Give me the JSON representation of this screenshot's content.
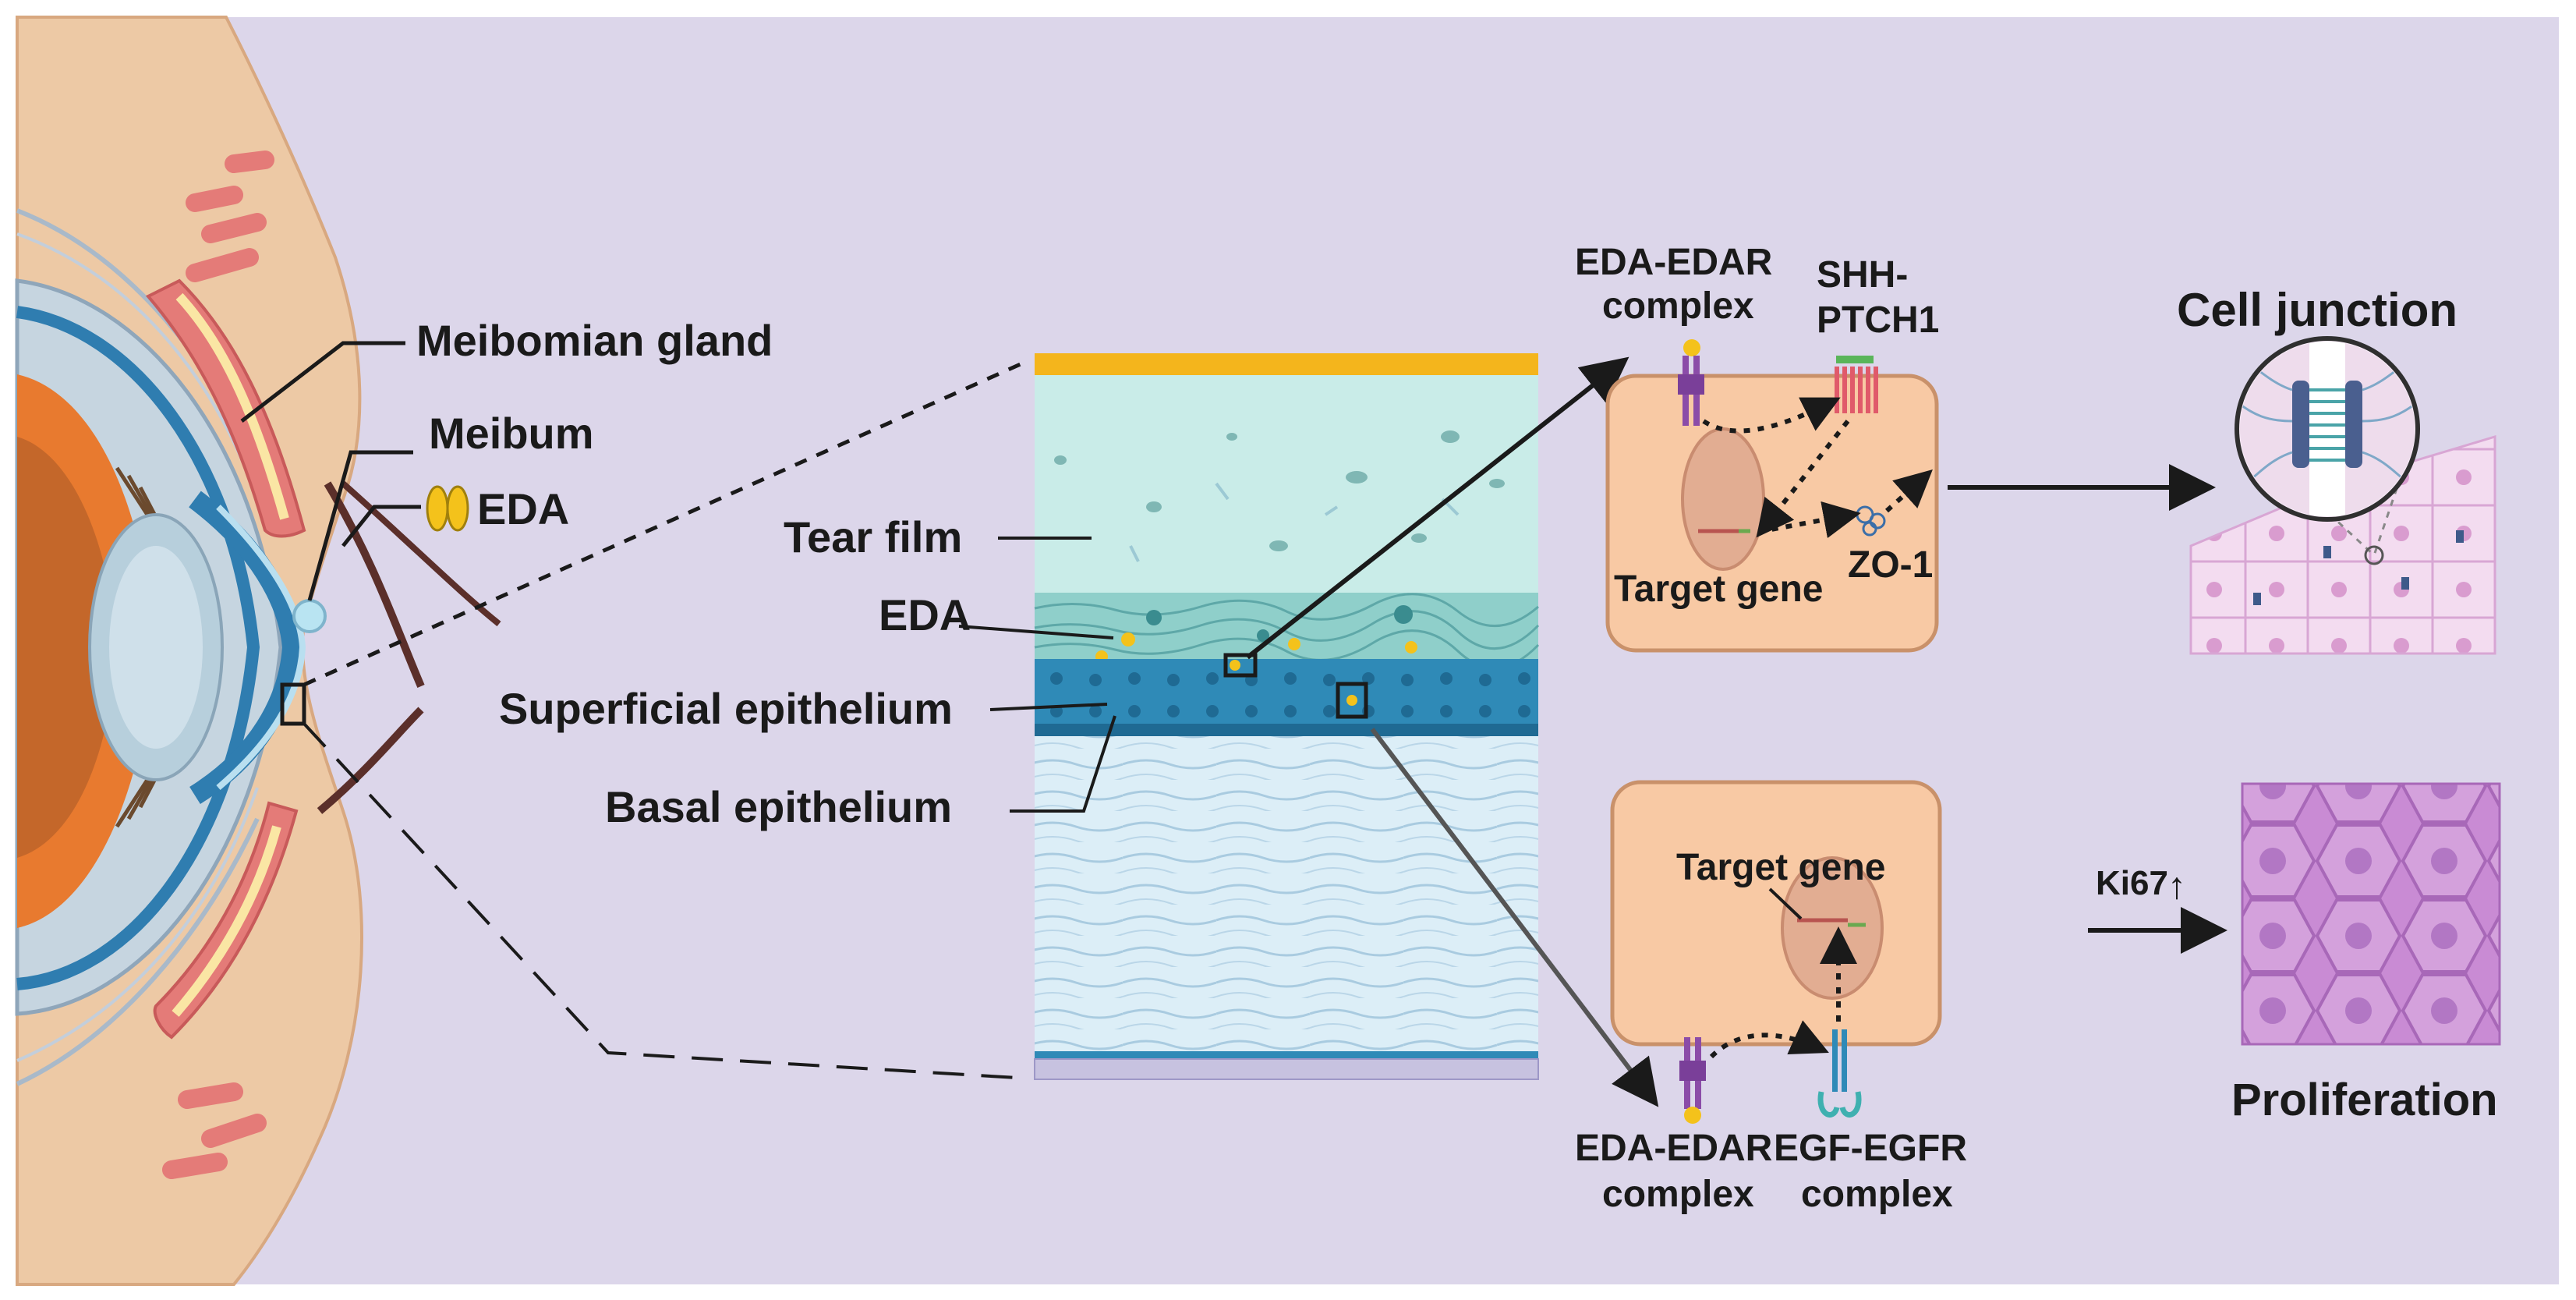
{
  "colors": {
    "panel_background": "#dcd6ea",
    "skin": "#edc9a5",
    "meibomian_gland": "#e47b78",
    "iris": "#e87a2f",
    "tear_film": "#c9ece8",
    "epithelium": "#2f8ab7",
    "stroma": "#d7eaf5",
    "cell": "#f8c9a4",
    "eda": "#f4c21b",
    "proliferation_tissue": "#c98bd4"
  },
  "eye_labels": {
    "meibomian_gland": "Meibomian gland",
    "meibum": "Meibum",
    "eda": "EDA"
  },
  "cross_section_labels": {
    "tear_film": "Tear film",
    "eda": "EDA",
    "superficial_epithelium": "Superficial epithelium",
    "basal_epithelium": "Basal epithelium"
  },
  "top_pathway": {
    "receptor_complex_line1": "EDA-EDAR",
    "receptor_complex_line2": "complex",
    "shh_line1": "SHH-",
    "shh_line2": "PTCH1",
    "target_gene": "Target gene",
    "zo1": "ZO-1",
    "outcome": "Cell junction"
  },
  "bottom_pathway": {
    "target_gene": "Target gene",
    "receptor_complex_line1": "EDA-EDAR",
    "receptor_complex_line2": "complex",
    "egf_line1": "EGF-EGFR",
    "egf_line2": "complex",
    "marker": "Ki67",
    "marker_arrow": "↑",
    "outcome": "Proliferation"
  }
}
